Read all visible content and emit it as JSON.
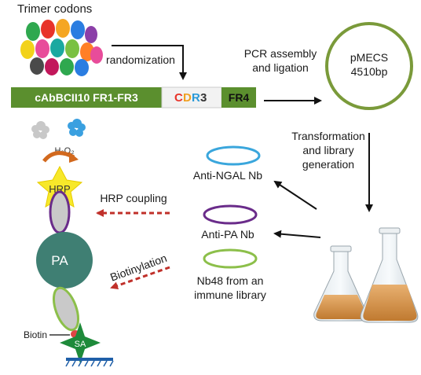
{
  "labels": {
    "trimer_codons": "Trimer codons",
    "randomization": "randomization",
    "fr13": "cAbBCII10 FR1-FR3",
    "cdr3_c": "C",
    "cdr3_d": "D",
    "cdr3_r": "R",
    "cdr3_3": "3",
    "fr4": "FR4",
    "pcr_line1": "PCR assembly",
    "pcr_line2": "and ligation",
    "pmecs_line1": "pMECS",
    "pmecs_line2": "4510bp",
    "trans_line1": "Transformation",
    "trans_line2": "and library",
    "trans_line3": "generation",
    "anti_ngal": "Anti-NGAL Nb",
    "anti_pa": "Anti-PA Nb",
    "nb48_line1": "Nb48 from an",
    "nb48_line2": "immune library",
    "h2o2": "H₂O₂",
    "hrp": "HRP",
    "hrp_coupling": "HRP coupling",
    "pa": "PA",
    "biotinylation": "Biotinylation",
    "biotin": "Biotin",
    "sa": "SA"
  },
  "colors": {
    "gene_bar_green": "#5b8f2e",
    "cdr3_c": "#e8332a",
    "cdr3_d": "#f0a020",
    "cdr3_r": "#2a9ad8",
    "cdr3_3": "#333333",
    "plasmid_ring": "#7a9a3a",
    "ngal_nb": "#3aa6dc",
    "pa_nb": "#6a2c8a",
    "nb48": "#8cbf4a",
    "hrp_star": "#f7e82a",
    "pa_circle": "#3f7f73",
    "sa_star": "#1e8a3a",
    "dashed_arrow": "#c0302a"
  },
  "codon_colors": [
    "#2fa84f",
    "#e8332a",
    "#f5a623",
    "#2a7de1",
    "#8b3fa8",
    "#f2d21b",
    "#e84c9a",
    "#1ba9a0",
    "#7ac143",
    "#ff7f27",
    "#4a4a4a",
    "#c2185b"
  ]
}
